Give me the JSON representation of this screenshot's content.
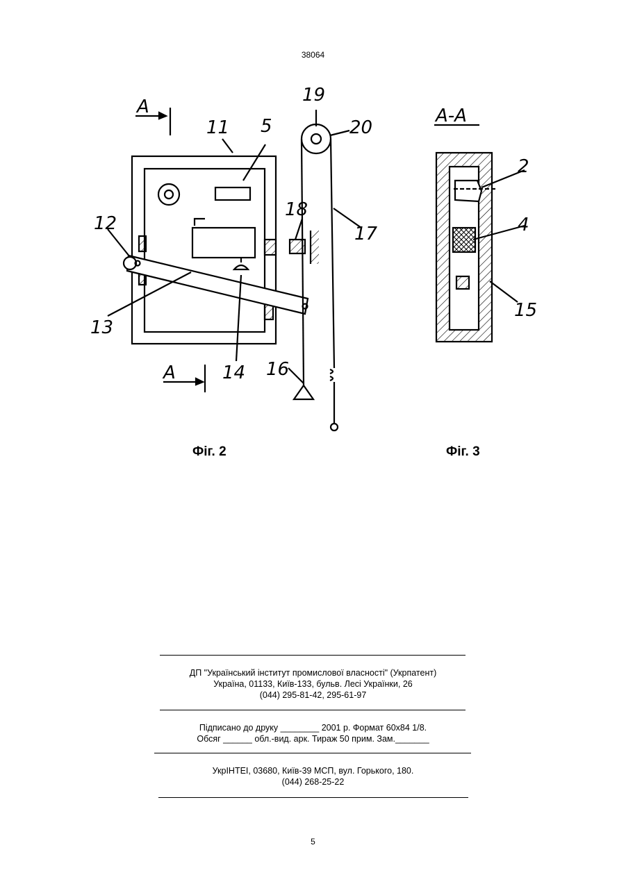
{
  "header": {
    "page_number": "38064"
  },
  "figures": {
    "fig2_caption": "Фіг. 2",
    "fig3_caption": "Фіг. 3",
    "fig2_labels": {
      "A_top": "A",
      "A_bottom": "A",
      "l11": "11",
      "l5": "5",
      "l12": "12",
      "l13": "13",
      "l14": "14",
      "l16": "16",
      "l17": "17",
      "l18": "18",
      "l19": "19",
      "l20": "20"
    },
    "fig3_labels": {
      "section": "A-A",
      "l2": "2",
      "l4": "4",
      "l15": "15"
    }
  },
  "imprint": {
    "org_line1": "ДП \"Український інститут промислової власності\" (Укрпатент)",
    "org_line2": "Україна, 01133, Київ-133, бульв. Лесі Українки, 26",
    "org_line3": "(044) 295-81-42, 295-61-97",
    "print_line1": "Підписано до друку ________ 2001 р.    Формат 60х84 1/8.",
    "print_line2": "Обсяг ______ обл.-вид. арк.   Тираж 50 прим.    Зам._______",
    "publisher_line1": "УкрІНТЕІ, 03680, Київ-39 МСП, вул. Горького, 180.",
    "publisher_line2": "(044) 268-25-22"
  },
  "footer": {
    "page_number": "5"
  }
}
